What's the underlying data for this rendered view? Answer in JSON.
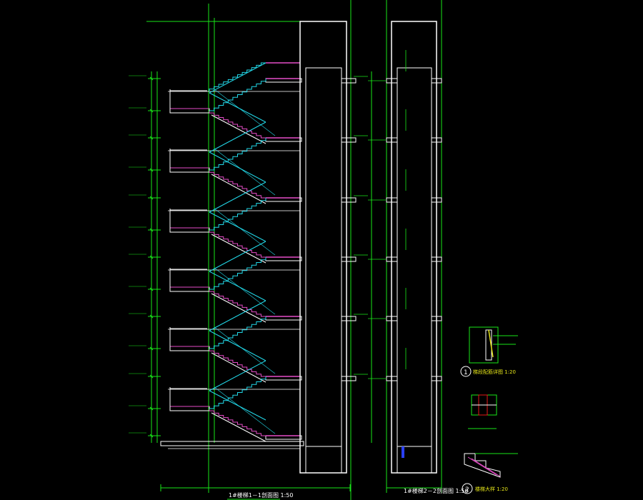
{
  "colors": {
    "background": "#000000",
    "green": "#19e619",
    "white": "#ffffff",
    "cyan": "#22d8e8",
    "magenta": "#e64dc8",
    "yellow": "#e6e619",
    "red": "#e61919",
    "blue": "#2a40ff"
  },
  "titles": {
    "section1": "1#楼梯1－1剖面图 1:50",
    "section2": "1#楼梯2－2剖面图 1:50",
    "detail1": "梯段配筋详图 1:20",
    "detail2": "楼梯大样 1:20"
  },
  "detail_markers": [
    "1",
    "2"
  ],
  "icons": [
    "section-drawing-icon",
    "detail-circle-icon"
  ]
}
